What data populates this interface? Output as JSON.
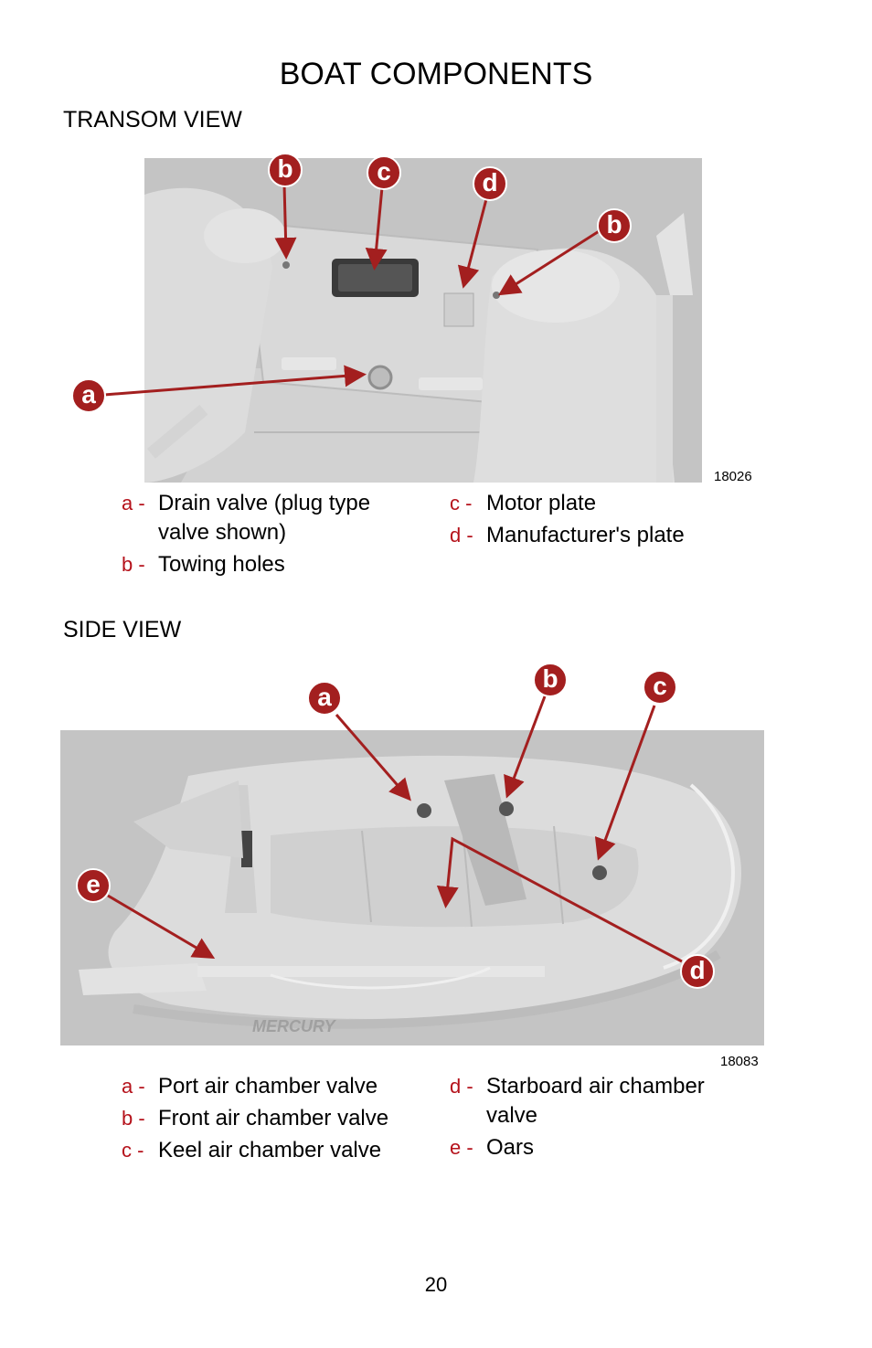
{
  "title": "BOAT COMPONENTS",
  "transom": {
    "heading": "TRANSOM VIEW",
    "figure_number": "18026",
    "callouts": [
      "b",
      "c",
      "d",
      "b",
      "a"
    ],
    "legend_left": [
      {
        "key": "a -",
        "text": "Drain valve (plug type valve shown)"
      },
      {
        "key": "b -",
        "text": "Towing holes"
      }
    ],
    "legend_right": [
      {
        "key": "c -",
        "text": "Motor plate"
      },
      {
        "key": "d -",
        "text": "Manufacturer's plate"
      }
    ]
  },
  "side": {
    "heading": "SIDE VIEW",
    "figure_number": "18083",
    "brand_on_hull": "MERCURY",
    "callouts": [
      "a",
      "b",
      "c",
      "e",
      "d"
    ],
    "legend_left": [
      {
        "key": "a -",
        "text": "Port air chamber valve"
      },
      {
        "key": "b -",
        "text": "Front air chamber valve"
      },
      {
        "key": "c -",
        "text": "Keel air chamber valve"
      }
    ],
    "legend_right": [
      {
        "key": "d -",
        "text": "Starboard air chamber valve"
      },
      {
        "key": "e -",
        "text": "Oars"
      }
    ]
  },
  "page_number": "20",
  "colors": {
    "callout": "#a31f1f",
    "legend_key": "#b5121b",
    "arrow": "#a31f1f"
  }
}
